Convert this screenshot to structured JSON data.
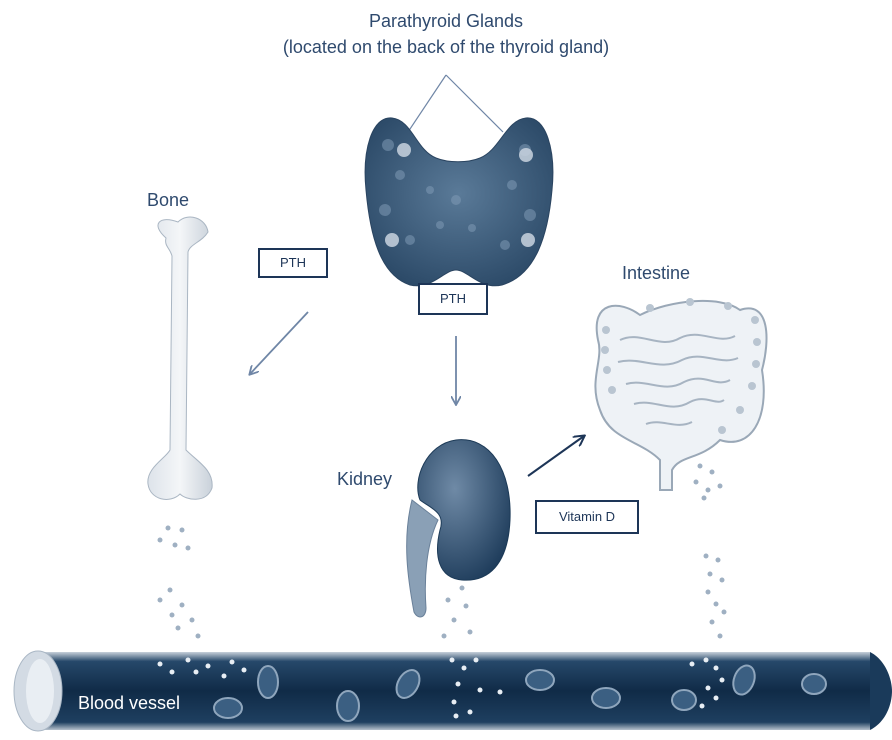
{
  "title": {
    "line1": "Parathyroid Glands",
    "line2": "(located on the back of the thyroid gland)"
  },
  "labels": {
    "bone": "Bone",
    "intestine": "Intestine",
    "kidney": "Kidney",
    "blood_vessel": "Blood vessel"
  },
  "boxes": {
    "pth_left": "PTH",
    "pth_center": "PTH",
    "vitamin_d": "Vitamin D"
  },
  "colors": {
    "text": "#2f4a6e",
    "box_border": "#1d3557",
    "organ_fill": "#3d5f80",
    "arrow": "#6f86a6",
    "vessel": "#16324f"
  }
}
